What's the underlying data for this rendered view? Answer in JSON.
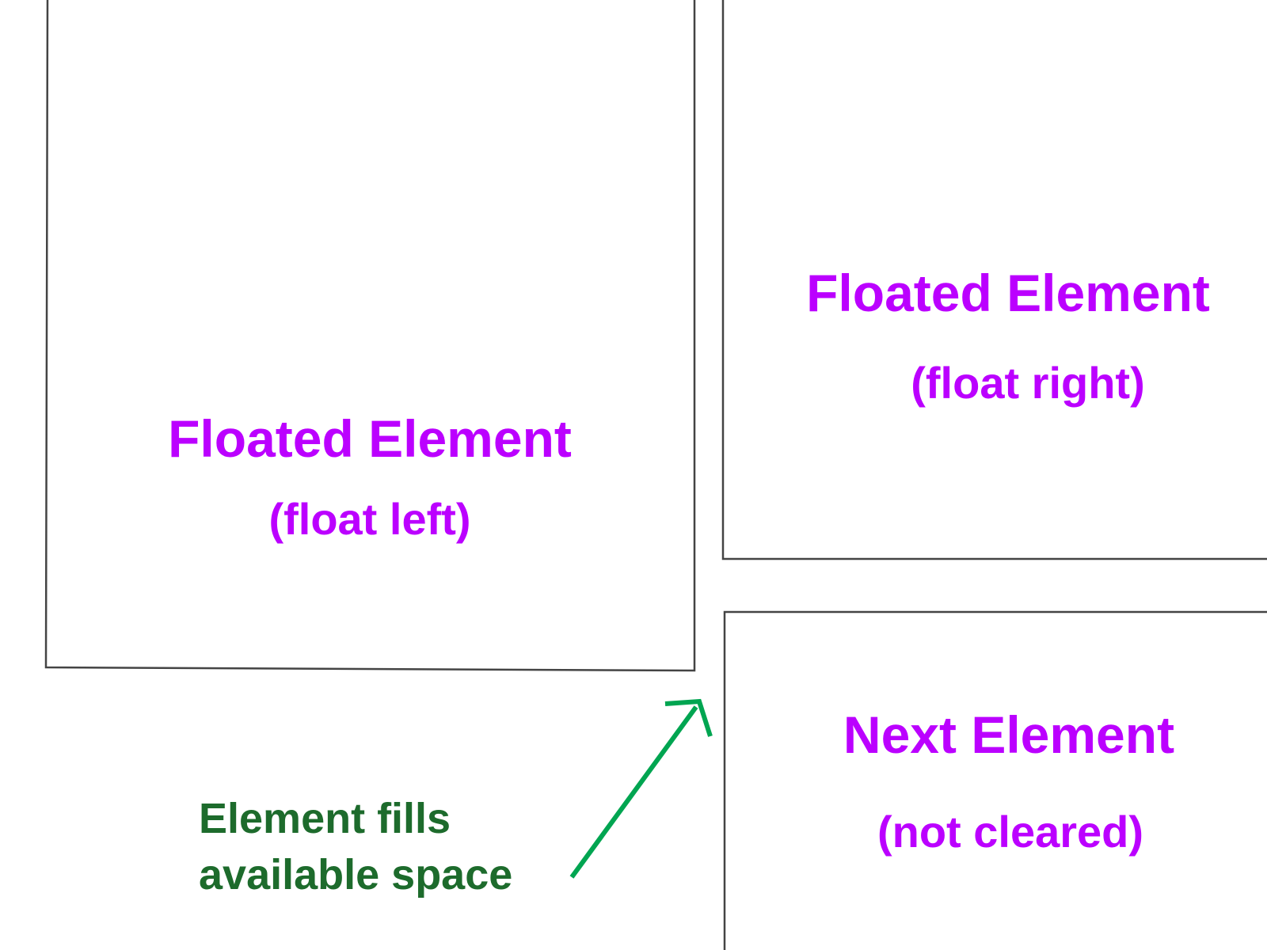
{
  "colors": {
    "label": "#bb00ff",
    "annotation": "#1d6b2c",
    "arrow": "#00a551",
    "border": "#444444"
  },
  "float_left": {
    "title": "Floated Element",
    "subtitle": "(float left)"
  },
  "float_right": {
    "title": "Floated Element",
    "subtitle": "(float right)"
  },
  "next_element": {
    "title": "Next Element",
    "subtitle": "(not cleared)"
  },
  "annotation": {
    "line1": "Element fills",
    "line2": "available space"
  }
}
